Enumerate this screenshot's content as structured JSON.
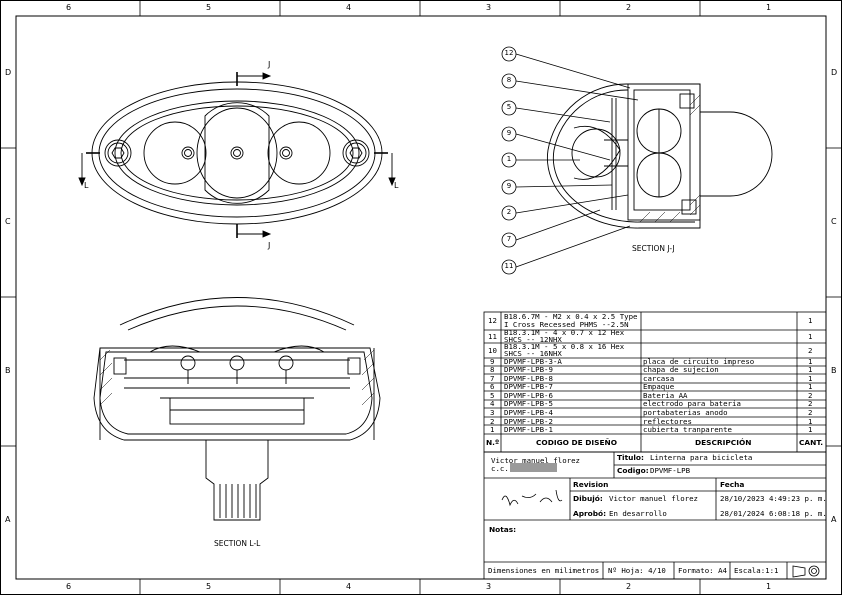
{
  "zones": {
    "columns": [
      "6",
      "5",
      "4",
      "3",
      "2",
      "1"
    ],
    "rows": [
      "D",
      "C",
      "B",
      "A"
    ]
  },
  "views": {
    "section_jj": "SECTION J-J",
    "section_ll": "SECTION L-L",
    "cut_j": "J",
    "cut_l": "L"
  },
  "balloons": [
    "12",
    "8",
    "5",
    "9",
    "1",
    "9",
    "2",
    "7",
    "11"
  ],
  "bom": {
    "headers": {
      "no": "N.º",
      "code": "CODIGO DE DISEÑO",
      "desc": "DESCRIPCIÓN",
      "qty": "CANT."
    },
    "rows": [
      {
        "no": "12",
        "code": "B18.6.7M - M2 x 0.4 x 2.5 Type I Cross Recessed PHMS --2.5N",
        "desc": "",
        "qty": "1"
      },
      {
        "no": "11",
        "code": "B18.3.1M - 4 x 0.7 x 12 Hex SHCS -- 12NHX",
        "desc": "",
        "qty": "1"
      },
      {
        "no": "10",
        "code": "B18.3.1M - 5 x 0.8 x 16 Hex SHCS -- 16NHX",
        "desc": "",
        "qty": "2"
      },
      {
        "no": "9",
        "code": "DPVMF-LPB-3-A",
        "desc": "placa de circuito impreso",
        "qty": "1"
      },
      {
        "no": "8",
        "code": "DPVMF-LPB-9",
        "desc": "chapa de sujecion",
        "qty": "1"
      },
      {
        "no": "7",
        "code": "DPVMF-LPB-8",
        "desc": "carcasa",
        "qty": "1"
      },
      {
        "no": "6",
        "code": "DPVMF-LPB-7",
        "desc": "Empaque",
        "qty": "1"
      },
      {
        "no": "5",
        "code": "DPVMF-LPB-6",
        "desc": "Bateria AA",
        "qty": "2"
      },
      {
        "no": "4",
        "code": "DPVMF-LPB-5",
        "desc": "electrodo para bateria",
        "qty": "2"
      },
      {
        "no": "3",
        "code": "DPVMF-LPB-4",
        "desc": "portabaterias anodo",
        "qty": "2"
      },
      {
        "no": "2",
        "code": "DPVMF-LPB-2",
        "desc": "reflectores",
        "qty": "1"
      },
      {
        "no": "1",
        "code": "DPVMF-LPB-1",
        "desc": "cubierta tranparente",
        "qty": "1"
      }
    ]
  },
  "title_block": {
    "author": "Victor manuel florez",
    "cc_label": "c.c.",
    "titulo_label": "Titulo:",
    "titulo": "Linterna para bicicleta",
    "codigo_label": "Codigo:",
    "codigo": "DPVMF-LPB",
    "revision_label": "Revision",
    "fecha_label": "Fecha",
    "dibujo_label": "Dibujó:",
    "dibujo": "Victor manuel florez",
    "dibujo_fecha": "28/10/2023 4:49:23 p. m.",
    "aprobo_label": "Aprobó:",
    "aprobo": "En desarrollo",
    "aprobo_fecha": "28/01/2024 6:08:18 p. m.",
    "notas_label": "Notas:",
    "dimensiones": "Dimensiones en milimetros",
    "hoja_label": "Nº Hoja:",
    "hoja": "4/10",
    "formato_label": "Formato:",
    "formato": "A4",
    "escala_label": "Escala:",
    "escala": "1:1"
  }
}
